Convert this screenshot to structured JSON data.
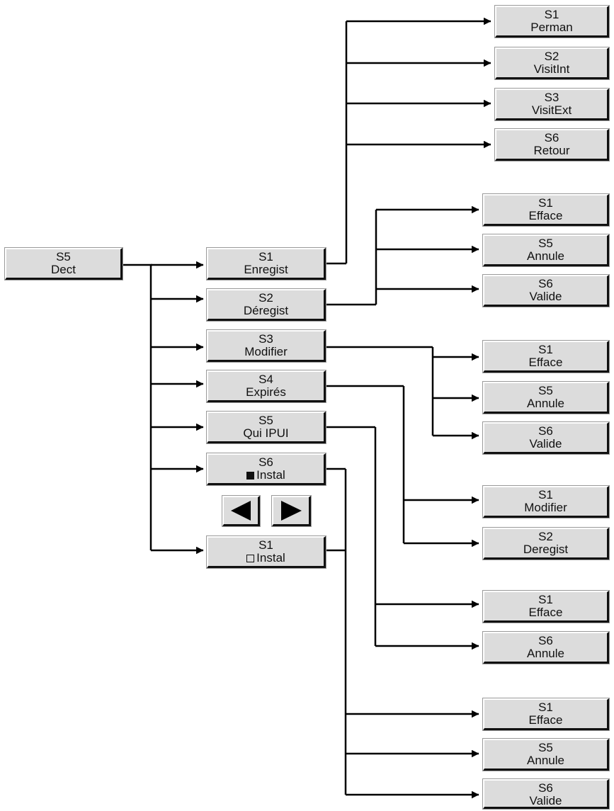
{
  "colors": {
    "key_face": "#dcdcdc",
    "line": "#000000"
  },
  "root": {
    "softkey": "S5",
    "label": "Dect"
  },
  "menu": [
    {
      "softkey": "S1",
      "label": "Enregist"
    },
    {
      "softkey": "S2",
      "label": "Déregist"
    },
    {
      "softkey": "S3",
      "label": "Modifier"
    },
    {
      "softkey": "S4",
      "label": "Expirés"
    },
    {
      "softkey": "S5",
      "label": "Qui IPUI"
    },
    {
      "softkey": "S6",
      "label": "Instal",
      "marker": "filled-square-icon"
    },
    {
      "softkey": "S1",
      "label": "Instal",
      "marker": "empty-square-icon"
    }
  ],
  "nav": {
    "left": "arrow-left-icon",
    "right": "arrow-right-icon"
  },
  "enregist_options": [
    {
      "softkey": "S1",
      "label": "Perman"
    },
    {
      "softkey": "S2",
      "label": "VisitInt"
    },
    {
      "softkey": "S3",
      "label": "VisitExt"
    },
    {
      "softkey": "S6",
      "label": "Retour"
    }
  ],
  "deregist_options": [
    {
      "softkey": "S1",
      "label": "Efface"
    },
    {
      "softkey": "S5",
      "label": "Annule"
    },
    {
      "softkey": "S6",
      "label": "Valide"
    }
  ],
  "modifier_options": [
    {
      "softkey": "S1",
      "label": "Efface"
    },
    {
      "softkey": "S5",
      "label": "Annule"
    },
    {
      "softkey": "S6",
      "label": "Valide"
    }
  ],
  "expires_options": [
    {
      "softkey": "S1",
      "label": "Modifier"
    },
    {
      "softkey": "S2",
      "label": "Deregist"
    }
  ],
  "qui_ipui_options": [
    {
      "softkey": "S1",
      "label": "Efface"
    },
    {
      "softkey": "S6",
      "label": "Annule"
    }
  ],
  "instal_options": [
    {
      "softkey": "S1",
      "label": "Efface"
    },
    {
      "softkey": "S5",
      "label": "Annule"
    },
    {
      "softkey": "S6",
      "label": "Valide"
    }
  ]
}
